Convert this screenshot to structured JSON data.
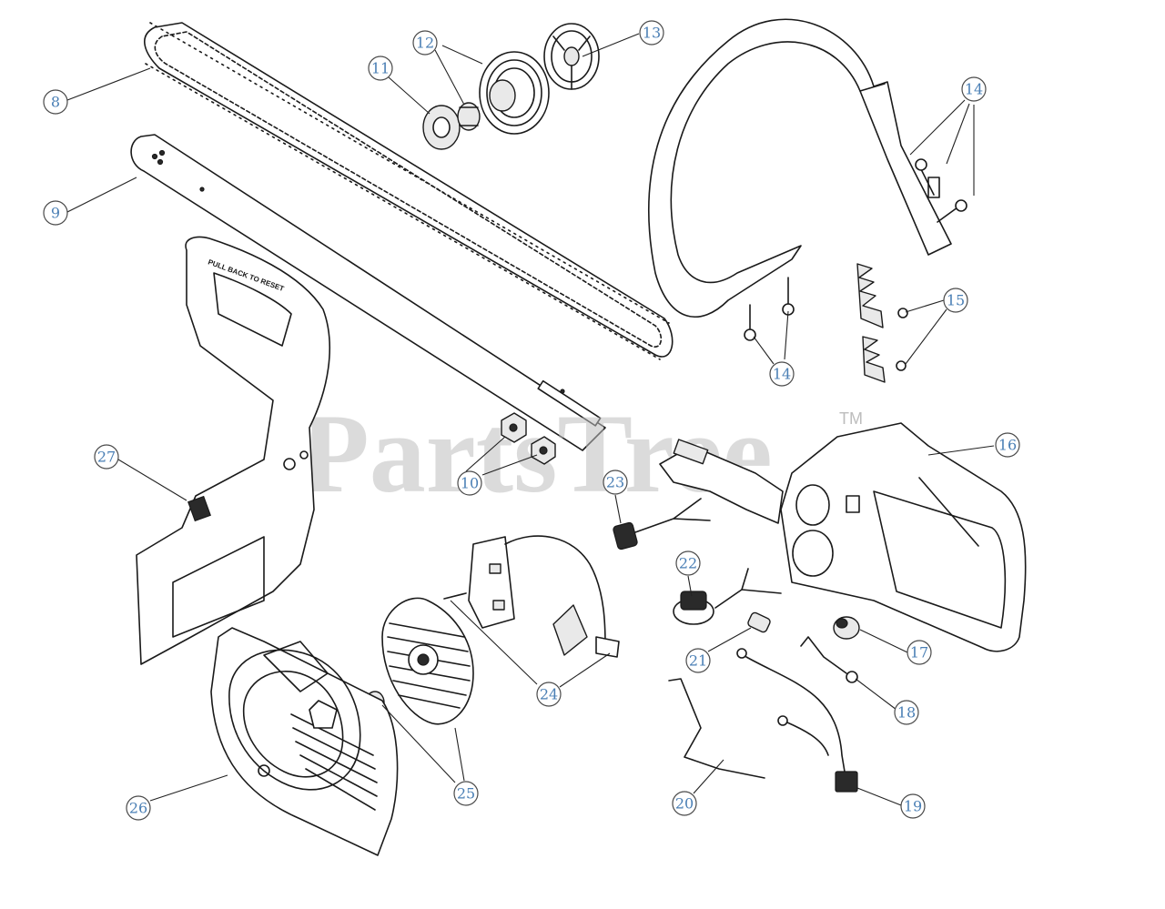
{
  "watermark": {
    "text": "PartsTree",
    "mark": "TM"
  },
  "guard_text": "PULL BACK TO RESET",
  "callouts": [
    {
      "id": "8",
      "label": "8"
    },
    {
      "id": "9",
      "label": "9"
    },
    {
      "id": "10",
      "label": "10"
    },
    {
      "id": "11",
      "label": "11"
    },
    {
      "id": "12",
      "label": "12"
    },
    {
      "id": "13",
      "label": "13"
    },
    {
      "id": "14a",
      "label": "14"
    },
    {
      "id": "14b",
      "label": "14"
    },
    {
      "id": "15",
      "label": "15"
    },
    {
      "id": "16",
      "label": "16"
    },
    {
      "id": "17",
      "label": "17"
    },
    {
      "id": "18",
      "label": "18"
    },
    {
      "id": "19",
      "label": "19"
    },
    {
      "id": "20",
      "label": "20"
    },
    {
      "id": "21",
      "label": "21"
    },
    {
      "id": "22",
      "label": "22"
    },
    {
      "id": "23",
      "label": "23"
    },
    {
      "id": "24",
      "label": "24"
    },
    {
      "id": "25",
      "label": "25"
    },
    {
      "id": "26",
      "label": "26"
    },
    {
      "id": "27",
      "label": "27"
    }
  ],
  "colors": {
    "callout_text": "#4a7fb5",
    "watermark": "#bdbdbd"
  }
}
